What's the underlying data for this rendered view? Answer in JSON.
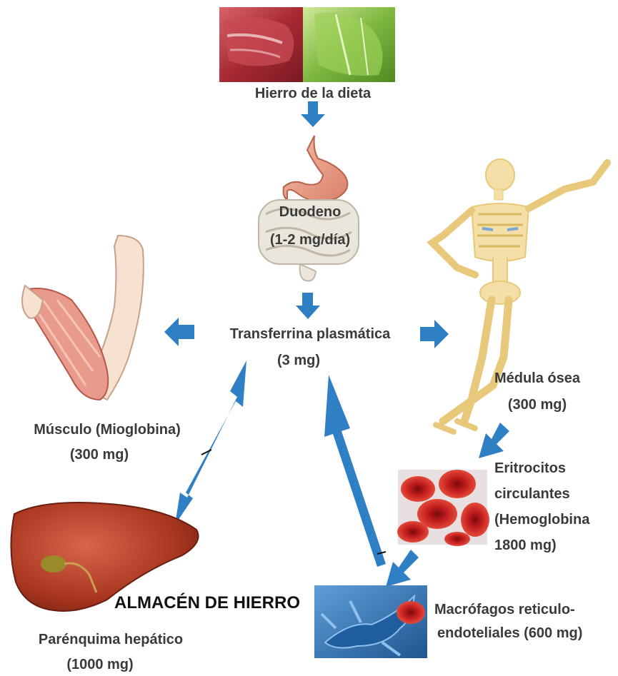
{
  "diagram": {
    "labels": {
      "diet": "Hierro de la dieta",
      "duodenum_line1": "Duodeno",
      "duodenum_line2": "(1-2 mg/día)",
      "transferrin_line1": "Transferrina plasmática",
      "transferrin_line2": "(3 mg)",
      "muscle_line1": "Músculo (Mioglobina)",
      "muscle_line2": "(300 mg)",
      "marrow_line1": "Médula ósea",
      "marrow_line2": "(300 mg)",
      "erythrocytes_line1": "Eritrocitos",
      "erythrocytes_line2": "circulantes",
      "erythrocytes_line3": "(Hemoglobina",
      "erythrocytes_line4": "1800 mg)",
      "storage": "ALMACÉN DE HIERRO",
      "liver_line1": "Parénquima hepático",
      "liver_line2": "(1000 mg)",
      "macrophage_line1": "Macrófagos reticulo-",
      "macrophage_line2": "endoteliales (600 mg)"
    },
    "colors": {
      "arrow": "#2f7fc4",
      "arrow_dark": "#1d5d99",
      "label": "#3a3a3a",
      "meat": "#b2353a",
      "lettuce": "#8fc24a",
      "stomach": "#f0a890",
      "intestine": "#e8e4dc",
      "bone": "#f2dc9c",
      "liver": "#b8402a",
      "blood_cell": "#c41e1e",
      "macrophage_bg": "#3f7fb8",
      "muscle": "#d9847a"
    },
    "icons": [
      "meat-image",
      "lettuce-image",
      "stomach-intestine-icon",
      "skeleton-icon",
      "arm-muscle-icon",
      "liver-icon",
      "red-blood-cells-image",
      "macrophage-image"
    ]
  }
}
